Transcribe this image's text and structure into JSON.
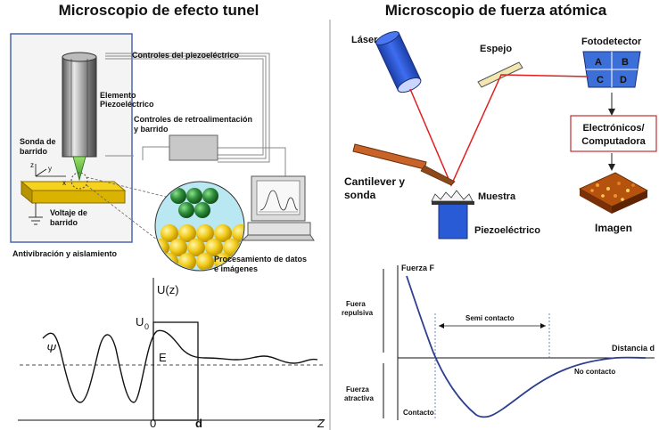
{
  "stm": {
    "title": "Microscopio de efecto tunel",
    "labels": {
      "piezo_controls": "Controles del piezoeléctrico",
      "element_line1": "Elemento",
      "element_line2": "Piezoeléctrico",
      "feedback_line1": "Controles de retroalimentación",
      "feedback_line2": "y barrido",
      "probe_line1": "Sonda de",
      "probe_line2": "barrido",
      "bias_line1": "Voltaje de",
      "bias_line2": "barrido",
      "vibration": "Antivibración y aislamiento",
      "processing_line1": "Procesamiento de datos",
      "processing_line2": "e imágenes",
      "axis_x": "x",
      "axis_y": "y",
      "axis_z": "z"
    }
  },
  "afm": {
    "title": "Microscopio de fuerza atómica",
    "labels": {
      "laser": "Láser",
      "mirror": "Espejo",
      "photodetector": "Fotodetector",
      "quadrants": [
        "A",
        "B",
        "C",
        "D"
      ],
      "electronics_line1": "Electrónicos/",
      "electronics_line2": "Computadora",
      "cantilever_line1": "Cantilever y",
      "cantilever_line2": "sonda",
      "sample": "Muestra",
      "piezo": "Piezoeléctrico",
      "image": "Imagen"
    }
  },
  "tunnel_plot": {
    "y_label": "U(z)",
    "barrier_label": "U",
    "barrier_sub": "0",
    "energy_label": "E",
    "wave_label": "Ψ",
    "x_origin": "0",
    "x_width": "d",
    "x_axis": "Z"
  },
  "force_plot": {
    "y_label": "Fuerza F",
    "x_label": "Distancia d",
    "repulsive_line1": "Fuera",
    "repulsive_line2": "repulsiva",
    "attractive_line1": "Fuerza",
    "attractive_line2": "atractiva",
    "semi_contact": "Semi contacto",
    "contact": "Contacto",
    "no_contact": "No contacto"
  },
  "colors": {
    "laser_beam": "#e02020",
    "piezo_blue": "#2a5bd6",
    "sample_gold": "#f2cc1a",
    "curve_blue": "#2d3f8e",
    "frame_blue": "#4a66b0"
  }
}
